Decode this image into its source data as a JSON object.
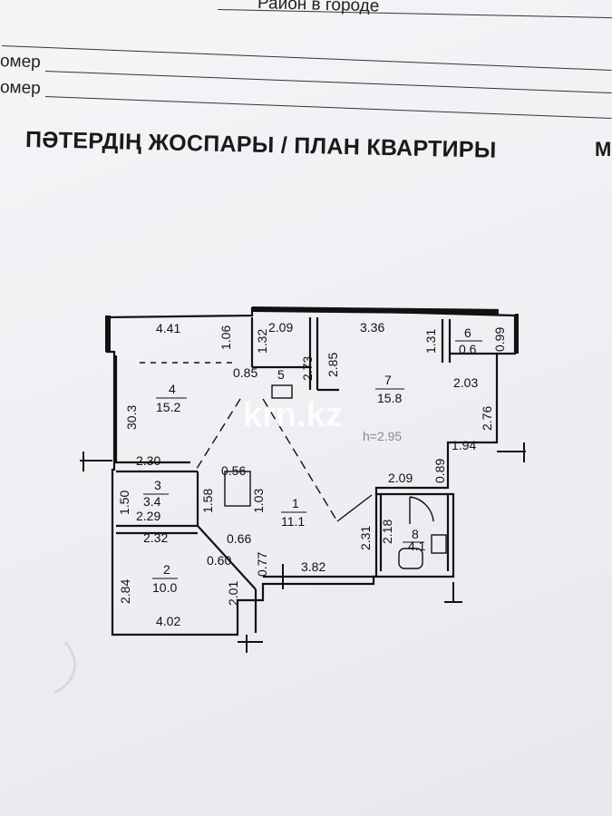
{
  "header": {
    "top_fragment": "Район в городе",
    "line1_label": "омер",
    "line2_label": "омер"
  },
  "title": "ПӘТЕРДІҢ ЖОСПАРЫ / ПЛАН КВАРТИРЫ",
  "title_right": "М",
  "watermark": "krn.kz",
  "rooms": [
    {
      "number": "1",
      "area": "11.1"
    },
    {
      "number": "2",
      "area": "10.0"
    },
    {
      "number": "3",
      "area": "3.4"
    },
    {
      "number": "4",
      "area": "15.2"
    },
    {
      "number": "5",
      "area": ""
    },
    {
      "number": "6",
      "area": "0.6"
    },
    {
      "number": "7",
      "area": "15.8"
    },
    {
      "number": "8",
      "area": "4.1"
    }
  ],
  "dimensions": {
    "d441": "4.41",
    "d106": "1.06",
    "d132": "1.32",
    "d209a": "2.09",
    "d336": "3.36",
    "d131": "1.31",
    "d099": "0.99",
    "d085": "0.85",
    "d273": "2.73",
    "d285": "2.85",
    "d203": "2.03",
    "d303": "30.3",
    "d276": "2.76",
    "d194": "1.94",
    "d230": "2.30",
    "d056": "0.56",
    "d209b": "2.09",
    "d089": "0.89",
    "d150": "1.50",
    "d158": "1.58",
    "d103": "1.03",
    "d229": "2.29",
    "d232": "2.32",
    "d066": "0.66",
    "d231": "2.31",
    "d218": "2.18",
    "d060": "0.60",
    "d077": "0.77",
    "d382": "3.82",
    "d284": "2.84",
    "d201": "2.01",
    "d402": "4.02",
    "hnote": "h=2.95"
  }
}
